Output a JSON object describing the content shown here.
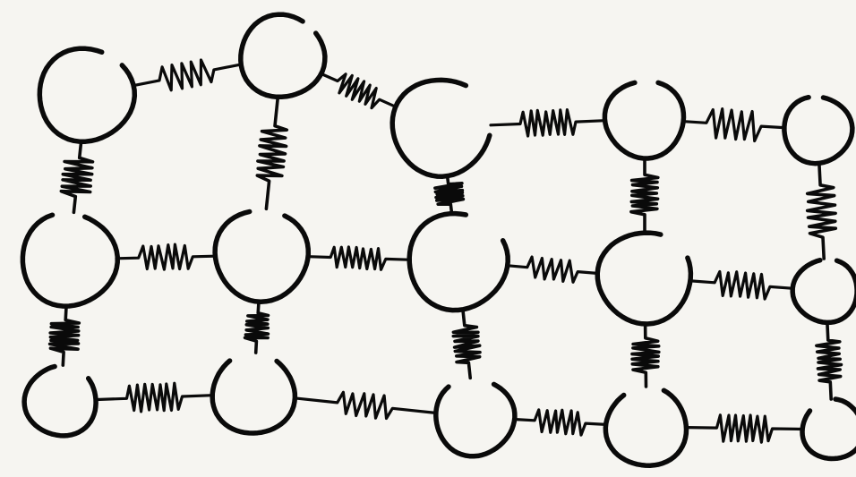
{
  "diagram": {
    "background": "#f6f5f1",
    "ink": "#0a0a0a",
    "nodes": [
      {
        "id": "r0c0",
        "row": 0,
        "col": 0
      },
      {
        "id": "r0c1",
        "row": 0,
        "col": 1
      },
      {
        "id": "r0c2",
        "row": 0,
        "col": 2
      },
      {
        "id": "r0c3",
        "row": 0,
        "col": 3
      },
      {
        "id": "r0c4",
        "row": 0,
        "col": 4
      },
      {
        "id": "r1c0",
        "row": 1,
        "col": 0
      },
      {
        "id": "r1c1",
        "row": 1,
        "col": 1
      },
      {
        "id": "r1c2",
        "row": 1,
        "col": 2
      },
      {
        "id": "r1c3",
        "row": 1,
        "col": 3
      },
      {
        "id": "r1c4",
        "row": 1,
        "col": 4
      },
      {
        "id": "r2c0",
        "row": 2,
        "col": 0
      },
      {
        "id": "r2c1",
        "row": 2,
        "col": 1
      },
      {
        "id": "r2c2",
        "row": 2,
        "col": 2
      },
      {
        "id": "r2c3",
        "row": 2,
        "col": 3
      },
      {
        "id": "r2c4",
        "row": 2,
        "col": 4
      }
    ],
    "springs": [
      {
        "from": "r0c0",
        "to": "r0c1"
      },
      {
        "from": "r0c1",
        "to": "r0c2"
      },
      {
        "from": "r0c2",
        "to": "r0c3"
      },
      {
        "from": "r0c3",
        "to": "r0c4"
      },
      {
        "from": "r1c0",
        "to": "r1c1"
      },
      {
        "from": "r1c1",
        "to": "r1c2"
      },
      {
        "from": "r1c2",
        "to": "r1c3"
      },
      {
        "from": "r1c3",
        "to": "r1c4"
      },
      {
        "from": "r2c0",
        "to": "r2c1"
      },
      {
        "from": "r2c1",
        "to": "r2c2"
      },
      {
        "from": "r2c2",
        "to": "r2c3"
      },
      {
        "from": "r2c3",
        "to": "r2c4"
      },
      {
        "from": "r0c0",
        "to": "r1c0"
      },
      {
        "from": "r0c1",
        "to": "r1c1"
      },
      {
        "from": "r0c2",
        "to": "r1c2"
      },
      {
        "from": "r0c3",
        "to": "r1c3"
      },
      {
        "from": "r0c4",
        "to": "r1c4"
      },
      {
        "from": "r1c0",
        "to": "r2c0"
      },
      {
        "from": "r1c1",
        "to": "r2c1"
      },
      {
        "from": "r1c2",
        "to": "r2c2"
      },
      {
        "from": "r1c3",
        "to": "r2c3"
      },
      {
        "from": "r1c4",
        "to": "r2c4"
      }
    ]
  }
}
